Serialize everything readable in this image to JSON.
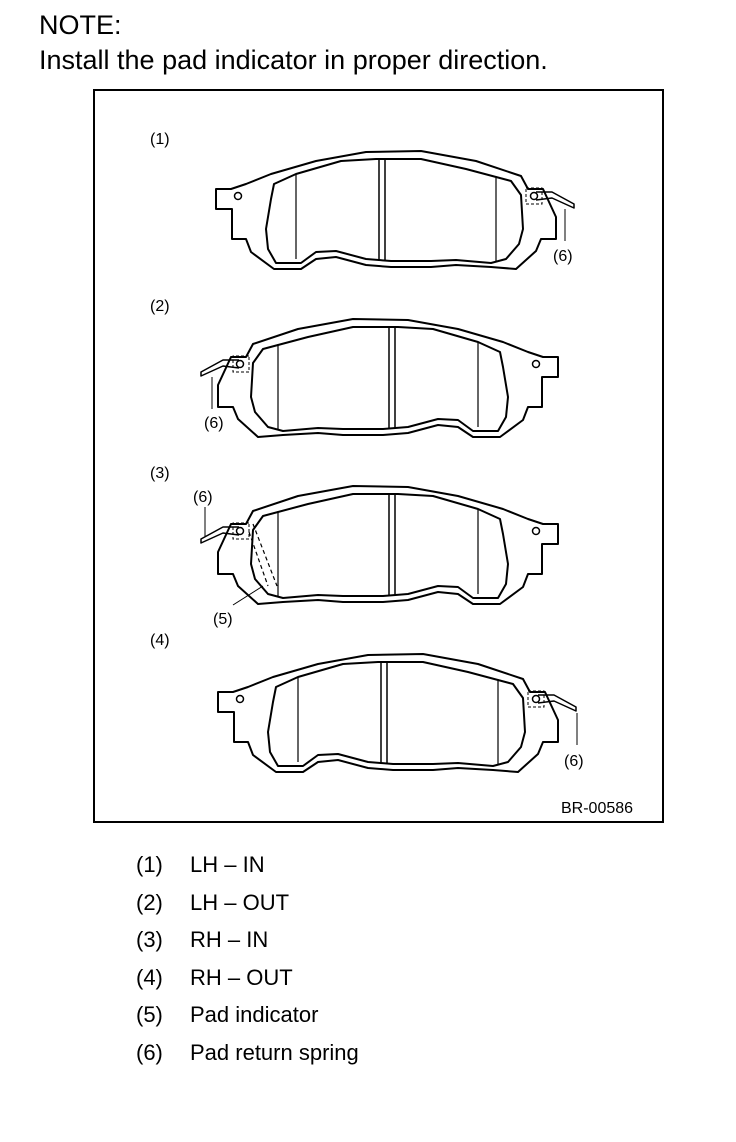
{
  "note": {
    "title": "NOTE:",
    "text": "Install the pad indicator in proper direction."
  },
  "figure": {
    "id": "BR-00586",
    "pads": [
      {
        "label": "(1)",
        "callout": "(6)"
      },
      {
        "label": "(2)",
        "callout": "(6)"
      },
      {
        "label": "(3)",
        "callout": "(6)",
        "indicator_callout": "(5)"
      },
      {
        "label": "(4)",
        "callout": "(6)"
      }
    ]
  },
  "legend": [
    {
      "num": "(1)",
      "text": "LH – IN"
    },
    {
      "num": "(2)",
      "text": "LH – OUT"
    },
    {
      "num": "(3)",
      "text": "RH – IN"
    },
    {
      "num": "(4)",
      "text": "RH – OUT"
    },
    {
      "num": "(5)",
      "text": "Pad indicator"
    },
    {
      "num": "(6)",
      "text": "Pad return spring"
    }
  ]
}
